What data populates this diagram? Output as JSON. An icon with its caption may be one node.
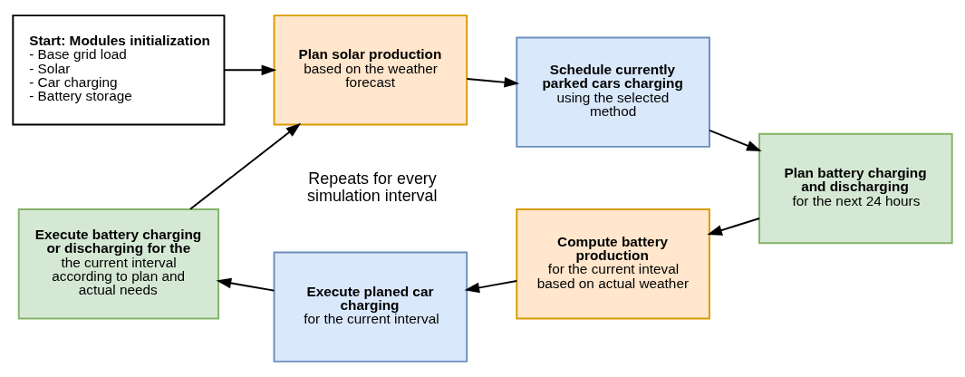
{
  "diagram": {
    "nodes": [
      {
        "text": [
          "Start: Modules initialization",
          "- Base grid load",
          "- Solar",
          "- Car charging",
          "- Battery storage"
        ]
      },
      {
        "text": [
          "Plan solar production",
          "based on the weather forecast"
        ]
      },
      {
        "text": [
          "Schedule currently parked cars charging",
          "using the selected method"
        ]
      },
      {
        "text": [
          "Plan battery charging and discharging",
          "for the next 24 hours"
        ]
      },
      {
        "text": [
          "Compute battery production",
          "for the current inteval based on actual weather"
        ]
      },
      {
        "text": [
          "Execute planed car charging",
          "for the current interval"
        ]
      },
      {
        "text": [
          "Execute battery charging or discharging for the",
          "the current interval according to plan and actual needs"
        ]
      }
    ],
    "edges": [
      {
        "from": 0,
        "to": 1,
        "arrow": "to"
      },
      {
        "from": 1,
        "to": 2,
        "arrow": "to"
      },
      {
        "from": 2,
        "to": 3,
        "arrow": "to"
      },
      {
        "from": 3,
        "to": 4,
        "arrow": "to"
      },
      {
        "from": 4,
        "to": 5,
        "arrow": "to"
      },
      {
        "from": 5,
        "to": 6,
        "arrow": "to"
      },
      {
        "from": 6,
        "to": 1,
        "arrow": "to"
      }
    ],
    "labels": [
      "Repeats for every simulation interval"
    ]
  }
}
